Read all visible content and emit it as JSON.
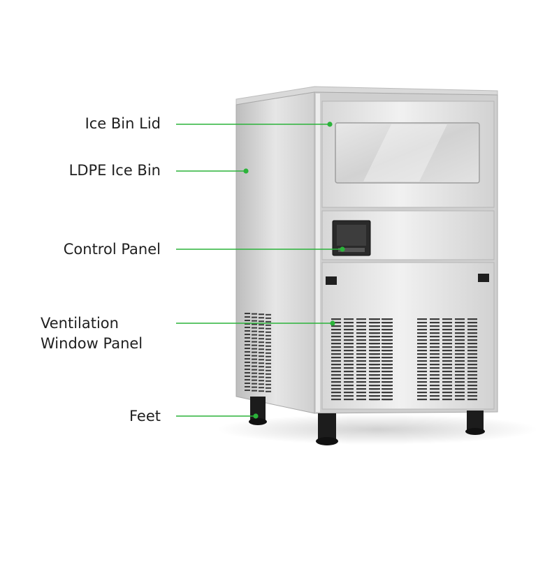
{
  "colors": {
    "leader_line": "#2bb33a",
    "text": "#1f1f1f",
    "steel_light": "#e9e9e9",
    "steel_mid": "#c9c9c9",
    "steel_dark": "#a8a8a8",
    "window": "#dcdcdc",
    "feet": "#1c1c1c"
  },
  "callouts": [
    {
      "id": "ice-bin-lid",
      "lines": [
        "Ice Bin Lid"
      ]
    },
    {
      "id": "ldpe-ice-bin",
      "lines": [
        "LDPE Ice Bin"
      ]
    },
    {
      "id": "control-panel",
      "lines": [
        "Control Panel"
      ]
    },
    {
      "id": "ventilation-window-panel",
      "lines": [
        "Ventilation",
        "Window Panel"
      ]
    },
    {
      "id": "feet",
      "lines": [
        "Feet"
      ]
    }
  ]
}
